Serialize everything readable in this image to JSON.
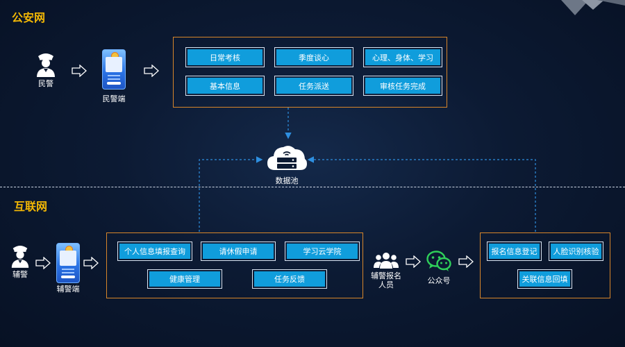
{
  "sections": {
    "police_net": "公安网",
    "internet": "互联网"
  },
  "police_flow": {
    "officer_label": "民警",
    "app_label": "民警端",
    "modules": [
      "日常考核",
      "季度谈心",
      "心理、身体、学习",
      "基本信息",
      "任务派送",
      "审核任务完成"
    ]
  },
  "data_pool": {
    "label": "数据池"
  },
  "auxiliary_flow": {
    "officer_label": "辅警",
    "app_label": "辅警端",
    "modules": [
      "个人信息填报查询",
      "请休假申请",
      "学习云学院",
      "健康管理",
      "任务反馈"
    ]
  },
  "applicant_flow": {
    "applicants_label": "辅警报名\n人员",
    "wechat_label": "公众号",
    "modules": [
      "报名信息登记",
      "人脸识别核验",
      "关联信息回填"
    ]
  },
  "colors": {
    "section_title": "#f2b705",
    "module_fill": "#109ddc",
    "container_border": "#d8862a",
    "connector": "#2e8fe0"
  }
}
